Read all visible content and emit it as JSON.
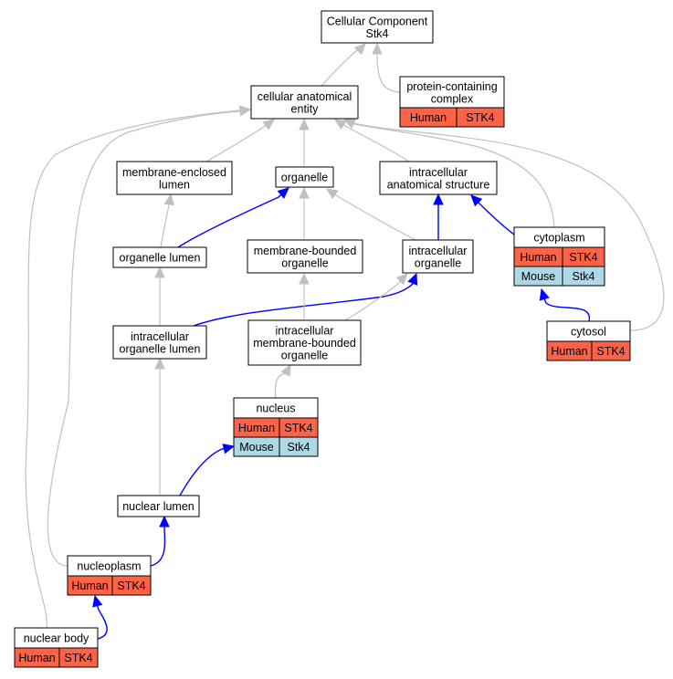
{
  "colors": {
    "human": "#ff6347",
    "mouse": "#add8e6",
    "is_a_edge": "#c0c0c0",
    "part_of_edge": "#0000ff"
  },
  "nodes": {
    "root": {
      "lines": [
        "Cellular Component",
        "Stk4"
      ]
    },
    "cae": {
      "lines": [
        "cellular anatomical",
        "entity"
      ]
    },
    "pcc": {
      "lines": [
        "protein-containing",
        "complex"
      ],
      "annotations": [
        [
          "Human",
          "STK4"
        ]
      ]
    },
    "mel": {
      "lines": [
        "membrane-enclosed",
        "lumen"
      ]
    },
    "org": {
      "lines": [
        "organelle"
      ]
    },
    "ias": {
      "lines": [
        "intracellular",
        "anatomical structure"
      ]
    },
    "cyto": {
      "lines": [
        "cytoplasm"
      ],
      "annotations": [
        [
          "Human",
          "STK4"
        ],
        [
          "Mouse",
          "Stk4"
        ]
      ]
    },
    "orglum": {
      "lines": [
        "organelle lumen"
      ]
    },
    "mbo": {
      "lines": [
        "membrane-bounded",
        "organelle"
      ]
    },
    "io": {
      "lines": [
        "intracellular",
        "organelle"
      ]
    },
    "cytosol": {
      "lines": [
        "cytosol"
      ],
      "annotations": [
        [
          "Human",
          "STK4"
        ]
      ]
    },
    "iol": {
      "lines": [
        "intracellular",
        "organelle lumen"
      ]
    },
    "imbo": {
      "lines": [
        "intracellular",
        "membrane-bounded",
        "organelle"
      ]
    },
    "nucleus": {
      "lines": [
        "nucleus"
      ],
      "annotations": [
        [
          "Human",
          "STK4"
        ],
        [
          "Mouse",
          "Stk4"
        ]
      ]
    },
    "nl": {
      "lines": [
        "nuclear lumen"
      ]
    },
    "np": {
      "lines": [
        "nucleoplasm"
      ],
      "annotations": [
        [
          "Human",
          "STK4"
        ]
      ]
    },
    "nb": {
      "lines": [
        "nuclear body"
      ],
      "annotations": [
        [
          "Human",
          "STK4"
        ]
      ]
    }
  },
  "edges": [
    {
      "from": "cae",
      "to": "root",
      "type": "is_a"
    },
    {
      "from": "pcc",
      "to": "root",
      "type": "is_a"
    },
    {
      "from": "mel",
      "to": "cae",
      "type": "is_a"
    },
    {
      "from": "org",
      "to": "cae",
      "type": "is_a"
    },
    {
      "from": "ias",
      "to": "cae",
      "type": "is_a"
    },
    {
      "from": "cyto",
      "to": "cae",
      "type": "is_a"
    },
    {
      "from": "cytosol",
      "to": "cae",
      "type": "is_a"
    },
    {
      "from": "np",
      "to": "cae",
      "type": "is_a"
    },
    {
      "from": "nb",
      "to": "cae",
      "type": "is_a"
    },
    {
      "from": "orglum",
      "to": "mel",
      "type": "is_a"
    },
    {
      "from": "orglum",
      "to": "org",
      "type": "part_of"
    },
    {
      "from": "mbo",
      "to": "org",
      "type": "is_a"
    },
    {
      "from": "io",
      "to": "org",
      "type": "is_a"
    },
    {
      "from": "io",
      "to": "ias",
      "type": "part_of"
    },
    {
      "from": "cyto",
      "to": "ias",
      "type": "part_of"
    },
    {
      "from": "iol",
      "to": "orglum",
      "type": "is_a"
    },
    {
      "from": "iol",
      "to": "io",
      "type": "part_of"
    },
    {
      "from": "imbo",
      "to": "mbo",
      "type": "is_a"
    },
    {
      "from": "imbo",
      "to": "io",
      "type": "is_a"
    },
    {
      "from": "cytosol",
      "to": "cyto",
      "type": "part_of"
    },
    {
      "from": "nucleus",
      "to": "imbo",
      "type": "is_a"
    },
    {
      "from": "nl",
      "to": "iol",
      "type": "is_a"
    },
    {
      "from": "nl",
      "to": "nucleus",
      "type": "part_of"
    },
    {
      "from": "np",
      "to": "nl",
      "type": "part_of"
    },
    {
      "from": "nb",
      "to": "np",
      "type": "part_of"
    }
  ]
}
